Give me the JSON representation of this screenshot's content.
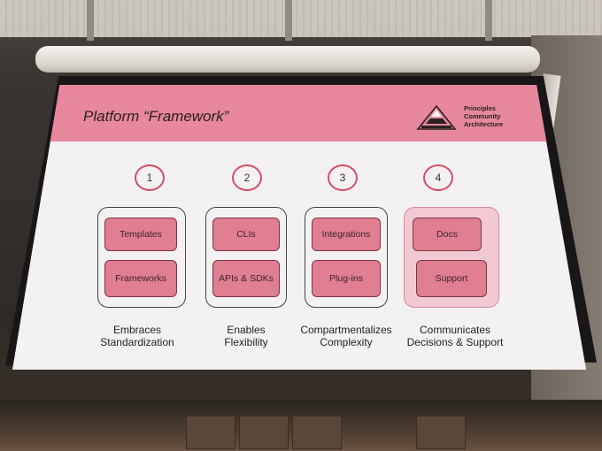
{
  "slide": {
    "title": "Platform “Framework”",
    "logo_lines": [
      "Principles",
      "Community",
      "Architecture"
    ],
    "columns": [
      {
        "number": "1",
        "items": [
          "Templates",
          "Frameworks"
        ],
        "caption": [
          "Embraces",
          "Standardization"
        ]
      },
      {
        "number": "2",
        "items": [
          "CLIs",
          "APIs & SDKs"
        ],
        "caption": [
          "Enables",
          "Flexibility"
        ]
      },
      {
        "number": "3",
        "items": [
          "Integrations",
          "Plug-ins"
        ],
        "caption": [
          "Compartmentalizes",
          "Complexity"
        ]
      },
      {
        "number": "4",
        "items": [
          "Docs",
          "Support"
        ],
        "caption": [
          "Communicates",
          "Decisions & Support"
        ]
      }
    ]
  },
  "colors": {
    "header": "#e7879b",
    "pill": "#e07e92",
    "ring": "#d24e6b",
    "slide_bg": "#f3f1f2"
  }
}
